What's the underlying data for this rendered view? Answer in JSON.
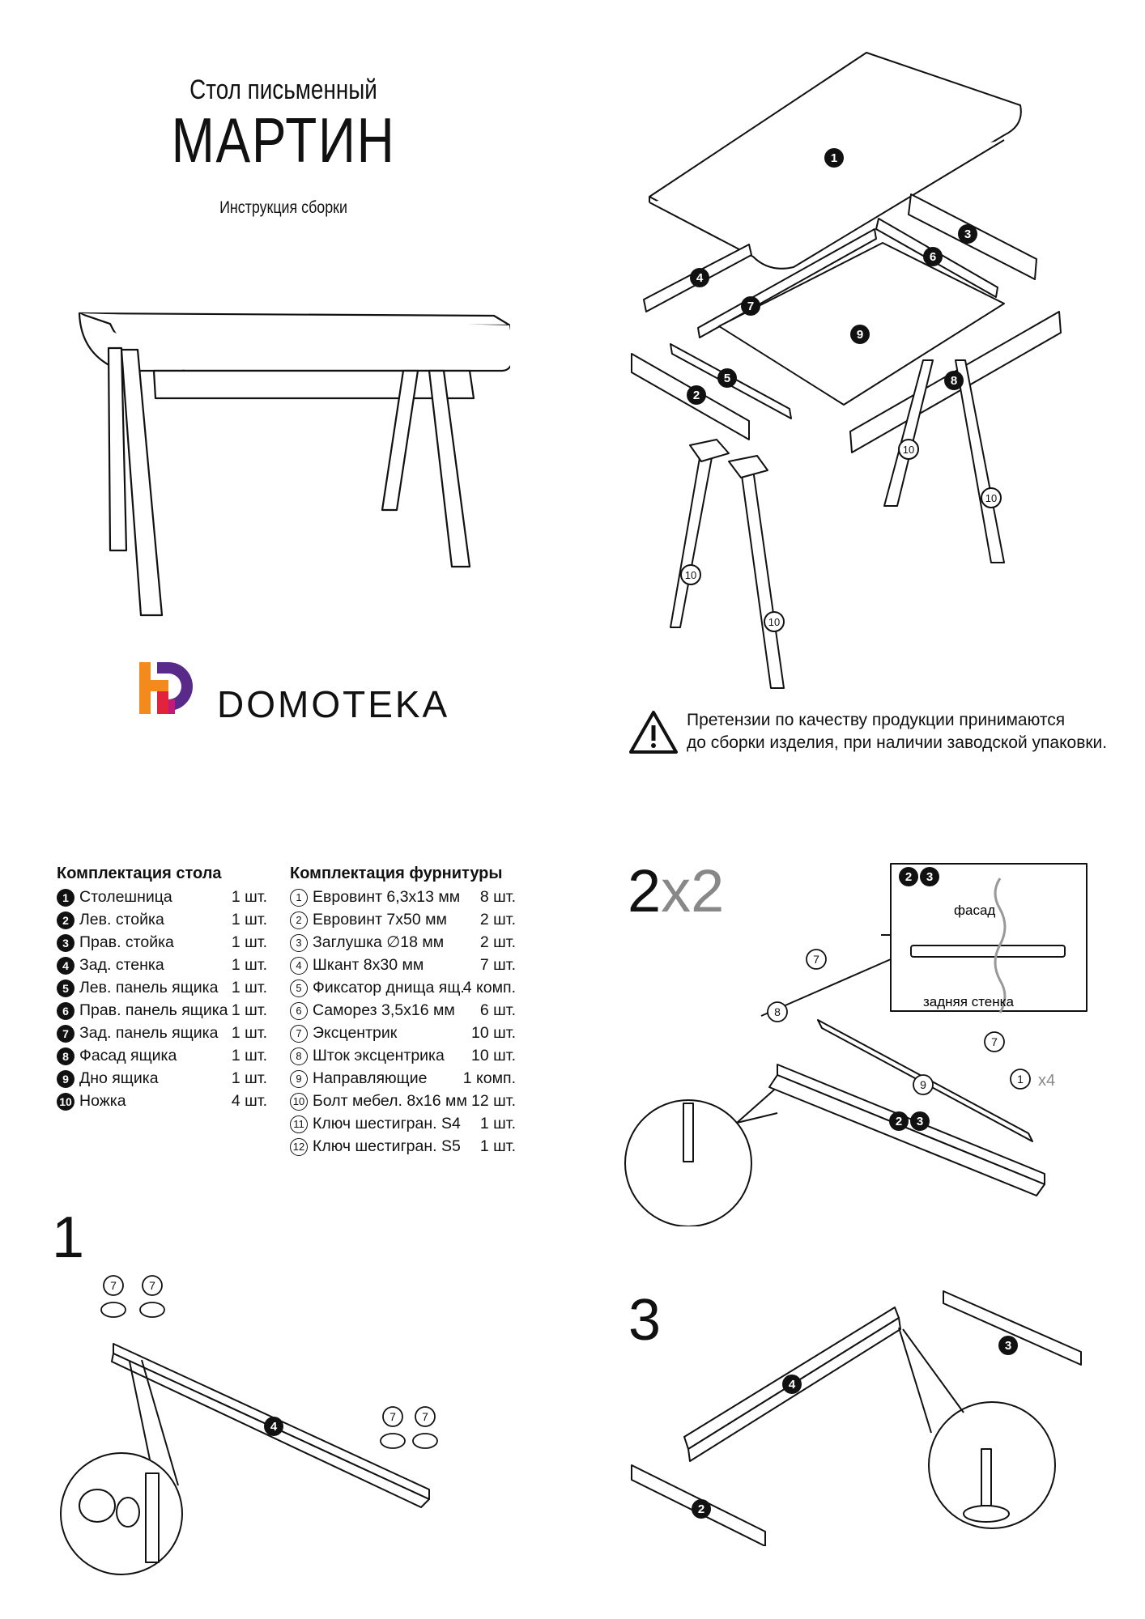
{
  "header": {
    "title_small": "Стол письменный",
    "title_big": "МАРТИН",
    "subtitle": "Инструкция сборки"
  },
  "brand": {
    "name": "DOMOTEKA",
    "colors": {
      "orange": "#f28a1e",
      "red": "#e2233c",
      "purple": "#5a2a8a",
      "magenta": "#c2197a"
    }
  },
  "warning": {
    "line1": "Претензии по качеству продукции принимаются",
    "line2": "до сборки изделия, при наличии заводской упаковки."
  },
  "parts": {
    "heading": "Комплектация стола",
    "items": [
      {
        "n": "1",
        "name": "Столешница",
        "qty": "1 шт."
      },
      {
        "n": "2",
        "name": "Лев. стойка",
        "qty": "1 шт."
      },
      {
        "n": "3",
        "name": "Прав. стойка",
        "qty": "1 шт."
      },
      {
        "n": "4",
        "name": "Зад. стенка",
        "qty": "1 шт."
      },
      {
        "n": "5",
        "name": "Лев. панель ящика",
        "qty": "1 шт."
      },
      {
        "n": "6",
        "name": "Прав. панель ящика",
        "qty": "1 шт."
      },
      {
        "n": "7",
        "name": "Зад. панель ящика",
        "qty": "1 шт."
      },
      {
        "n": "8",
        "name": "Фасад ящика",
        "qty": "1 шт."
      },
      {
        "n": "9",
        "name": "Дно ящика",
        "qty": "1 шт."
      },
      {
        "n": "10",
        "name": "Ножка",
        "qty": "4 шт."
      }
    ]
  },
  "hardware": {
    "heading": "Комплектация фурнитуры",
    "items": [
      {
        "n": "1",
        "name": "Евровинт 6,3х13 мм",
        "qty": "8 шт."
      },
      {
        "n": "2",
        "name": "Евровинт 7х50 мм",
        "qty": "2 шт."
      },
      {
        "n": "3",
        "name": "Заглушка ∅18 мм",
        "qty": "2 шт."
      },
      {
        "n": "4",
        "name": "Шкант 8х30 мм",
        "qty": "7 шт."
      },
      {
        "n": "5",
        "name": "Фиксатор днища ящ.",
        "qty": "4 комп."
      },
      {
        "n": "6",
        "name": "Саморез 3,5х16 мм",
        "qty": "6 шт."
      },
      {
        "n": "7",
        "name": "Эксцентрик",
        "qty": "10 шт."
      },
      {
        "n": "8",
        "name": "Шток эксцентрика",
        "qty": "10 шт."
      },
      {
        "n": "9",
        "name": "Направляющие",
        "qty": "1 комп."
      },
      {
        "n": "10",
        "name": "Болт мебел. 8х16 мм",
        "qty": "12 шт."
      },
      {
        "n": "11",
        "name": "Ключ шестигран. S4",
        "qty": "1 шт."
      },
      {
        "n": "12",
        "name": "Ключ шестигран. S5",
        "qty": "1 шт."
      }
    ]
  },
  "steps": {
    "step1": "1",
    "step2": {
      "count": "2",
      "mult": "x2",
      "labels": {
        "facade": "фасад",
        "back": "задняя стенка",
        "x4": "x4"
      }
    },
    "step3": "3"
  }
}
